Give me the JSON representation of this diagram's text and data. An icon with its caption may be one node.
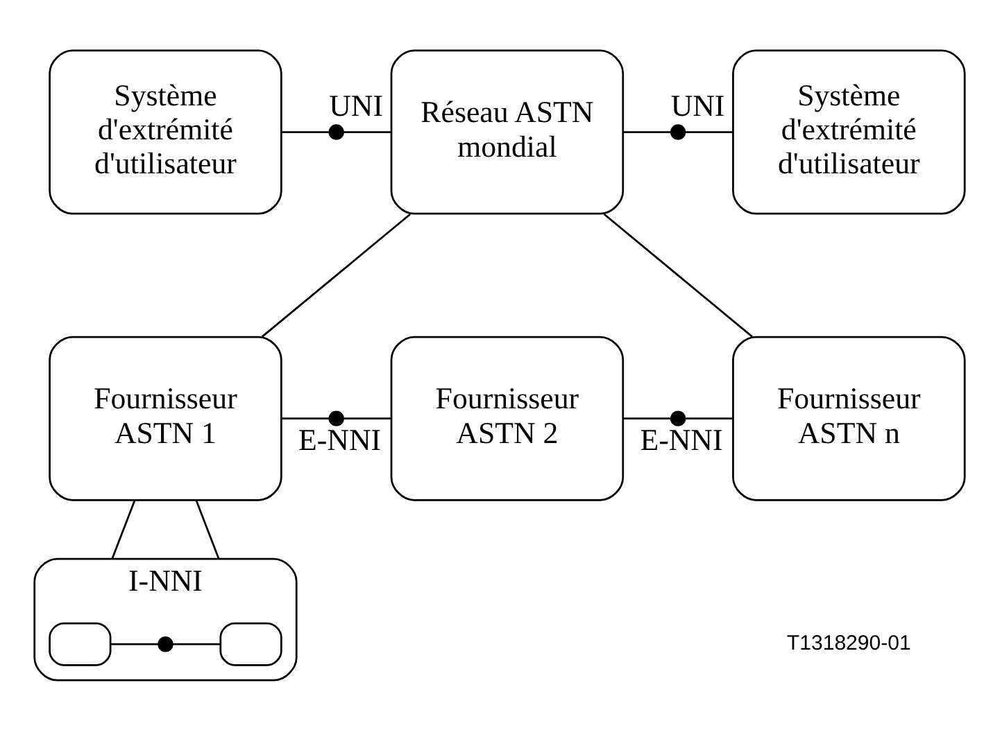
{
  "diagram": {
    "nodes": [
      {
        "text": [
          "Système d'extrémité d'utilisateur"
        ]
      },
      {
        "text": [],
        "shape": "circle",
        "beside": [
          "UNI"
        ]
      },
      {
        "text": [
          "Réseau ASTN mondial"
        ]
      },
      {
        "text": [],
        "shape": "circle",
        "beside": [
          "UNI"
        ]
      },
      {
        "text": [
          "Système d'extrémité d'utilisateur"
        ]
      },
      {
        "text": [
          "Fournisseur ASTN 1"
        ]
      },
      {
        "text": [],
        "shape": "circle",
        "beside": [
          "E-NNI"
        ]
      },
      {
        "text": [
          "Fournisseur ASTN 2"
        ]
      },
      {
        "text": [],
        "shape": "circle",
        "beside": [
          "E-NNI"
        ]
      },
      {
        "text": [
          "Fournisseur ASTN n"
        ]
      },
      {
        "text": [
          "I-NNI"
        ]
      },
      {
        "text": [],
        "shape": "box",
        "in": 10
      },
      {
        "text": [],
        "shape": "circle",
        "in": 10
      },
      {
        "text": [],
        "shape": "box",
        "in": 10
      }
    ],
    "edges": [
      {
        "from": 0,
        "to": 1,
        "arrow": "none"
      },
      {
        "from": 1,
        "to": 2,
        "arrow": "none"
      },
      {
        "from": 2,
        "to": 3,
        "arrow": "none"
      },
      {
        "from": 3,
        "to": 4,
        "arrow": "none"
      },
      {
        "from": 2,
        "to": 5,
        "arrow": "none"
      },
      {
        "from": 2,
        "to": 9,
        "arrow": "none"
      },
      {
        "from": 5,
        "to": 6,
        "arrow": "none"
      },
      {
        "from": 6,
        "to": 7,
        "arrow": "none"
      },
      {
        "from": 7,
        "to": 8,
        "arrow": "none"
      },
      {
        "from": 8,
        "to": 9,
        "arrow": "none"
      },
      {
        "from": 5,
        "to": 10,
        "arrow": "none"
      },
      {
        "from": 5,
        "to": 10,
        "arrow": "none"
      },
      {
        "from": 11,
        "to": 12,
        "arrow": "none"
      },
      {
        "from": 12,
        "to": 13,
        "arrow": "none"
      }
    ],
    "labels": [
      "T1318290-01"
    ]
  }
}
